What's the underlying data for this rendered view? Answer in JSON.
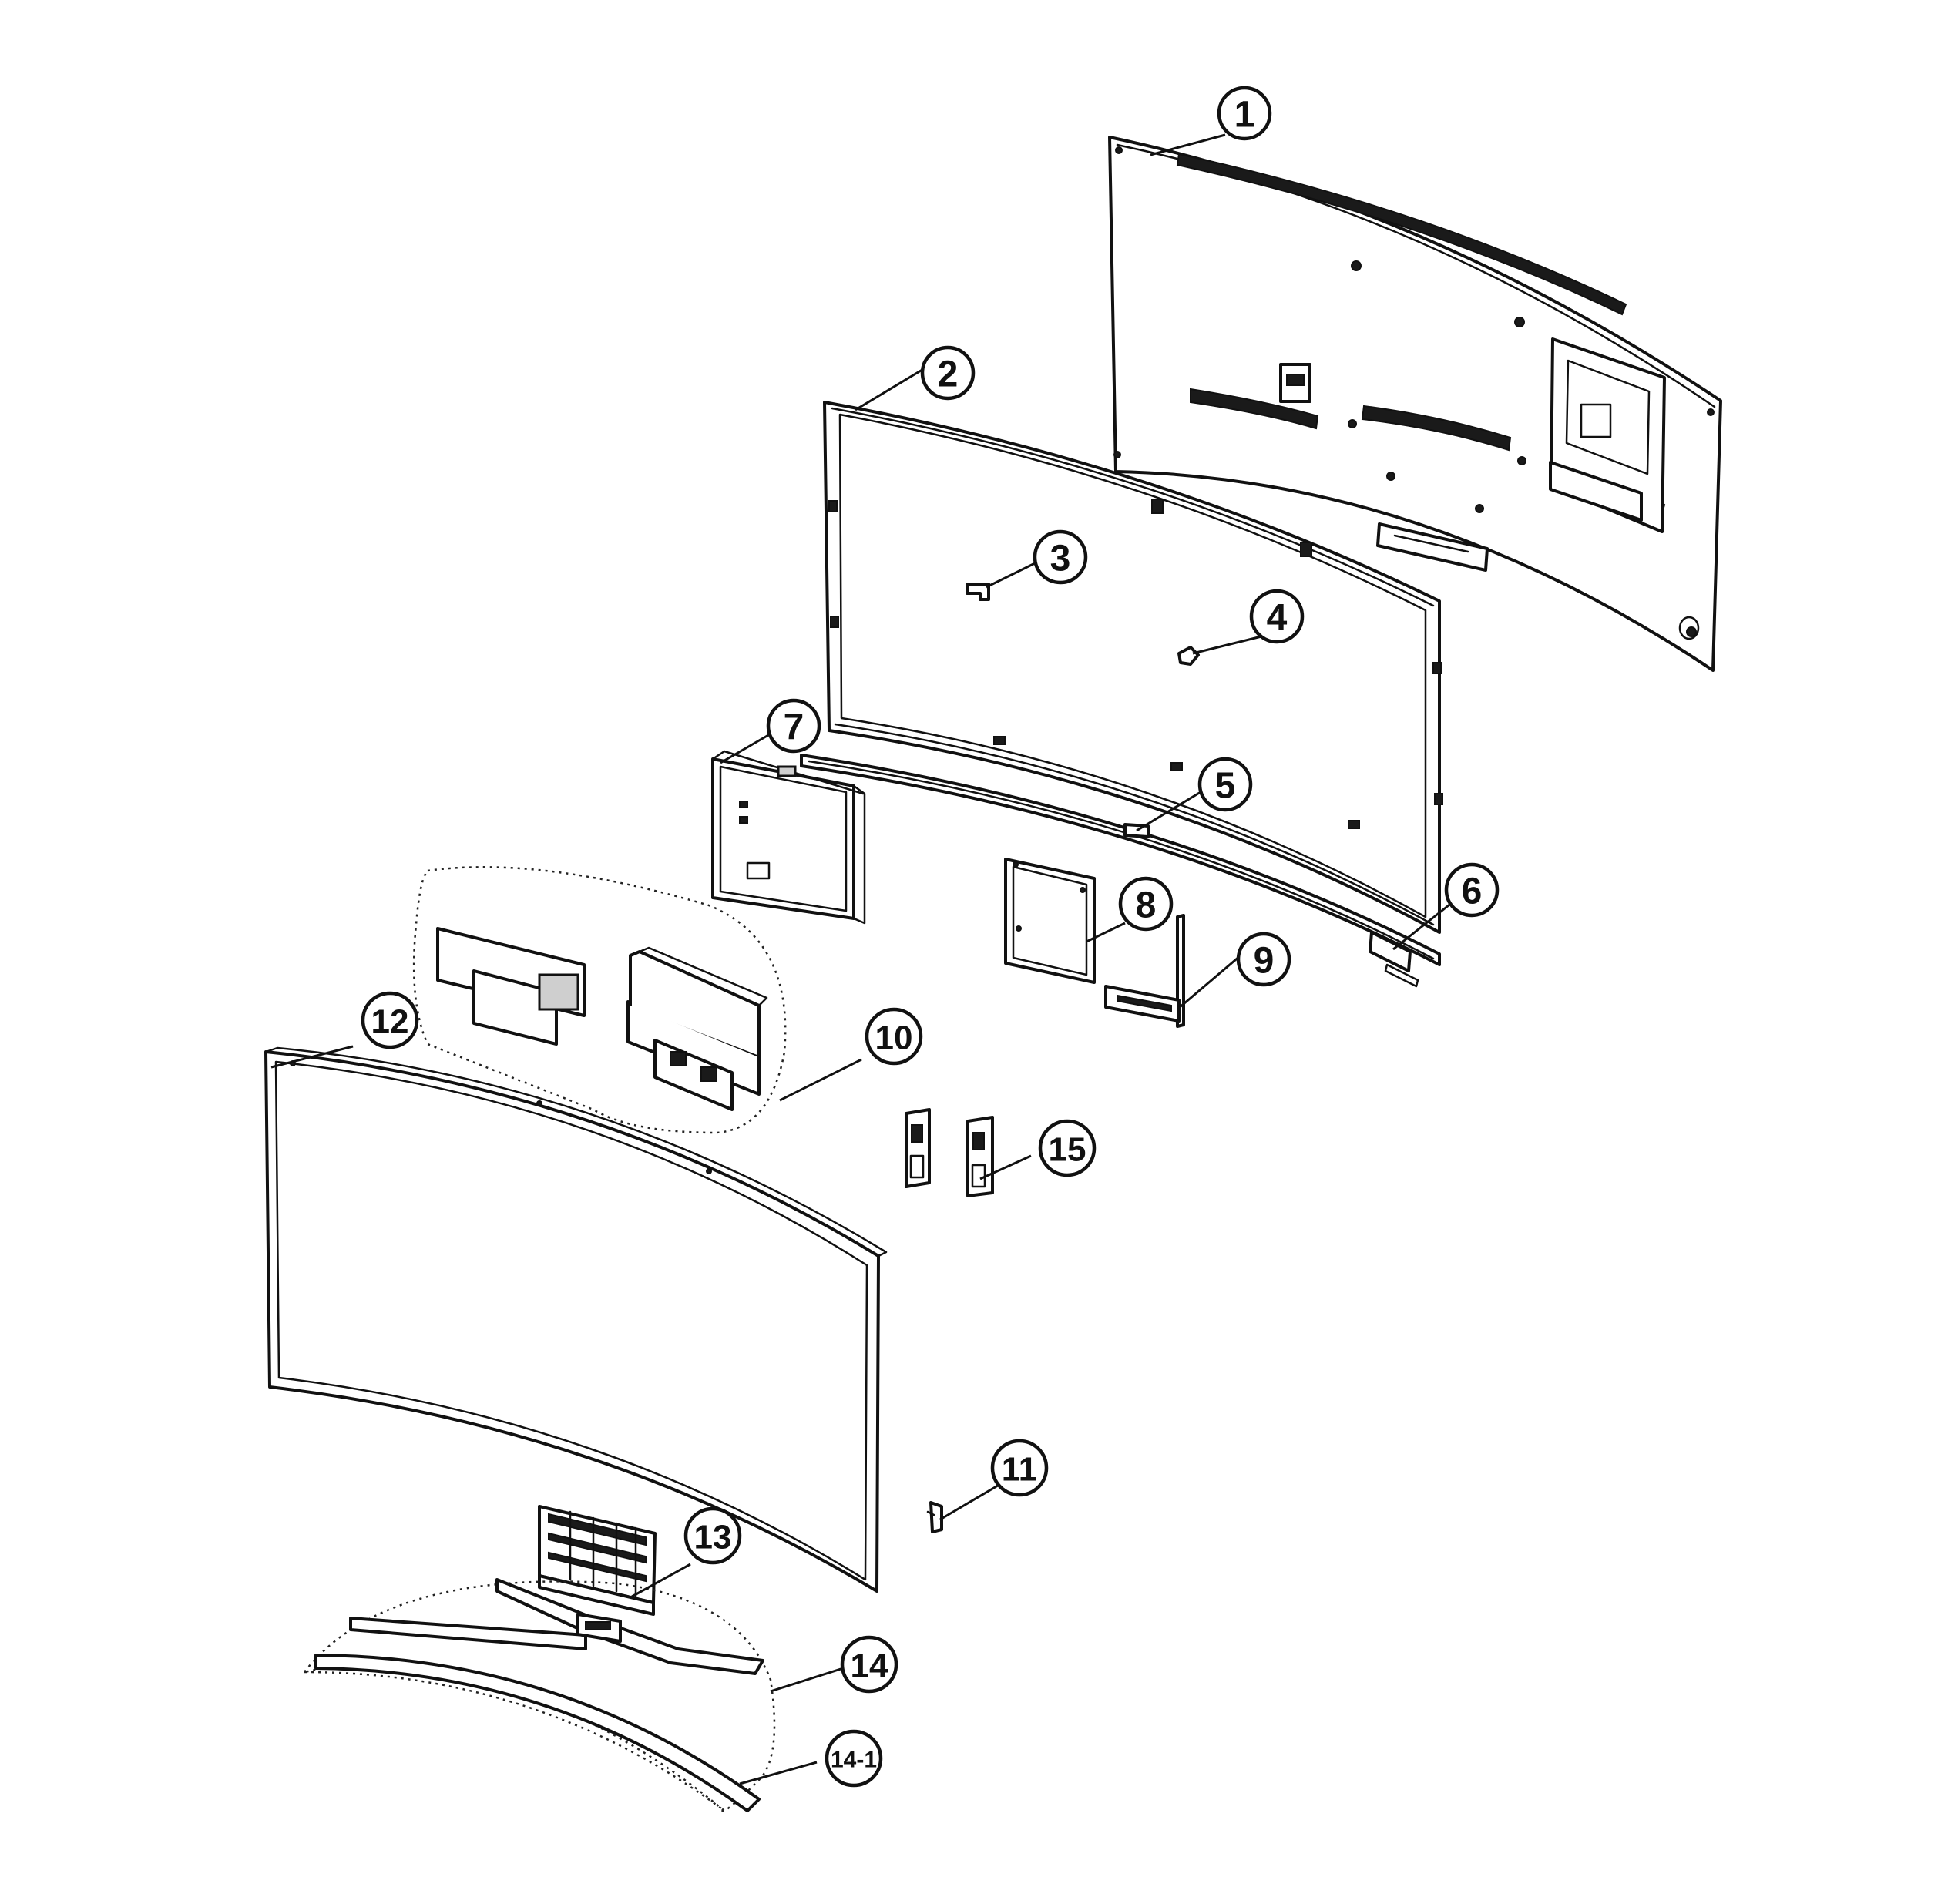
{
  "callouts": {
    "c1": "1",
    "c2": "2",
    "c3": "3",
    "c4": "4",
    "c5": "5",
    "c6": "6",
    "c7": "7",
    "c8": "8",
    "c9": "9",
    "c10": "10",
    "c11": "11",
    "c12": "12",
    "c13": "13",
    "c14": "14",
    "c14_1": "14-1",
    "c15": "15"
  }
}
